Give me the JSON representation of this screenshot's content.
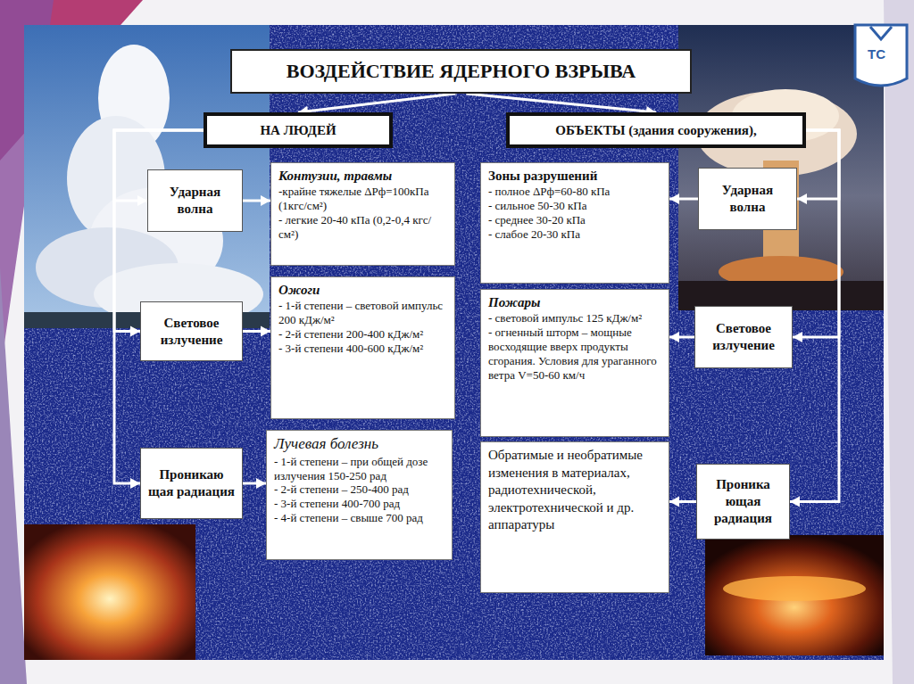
{
  "diagram": {
    "nodes": [
      {
        "text": [
          "ВОЗДЕЙСТВИЕ ЯДЕРНОГО ВЗРЫВА"
        ]
      },
      {
        "text": [
          "НА ЛЮДЕЙ"
        ]
      },
      {
        "text": [
          "ОБЪЕКТЫ (здания сооружения),"
        ]
      },
      {
        "text": [
          "Ударная волна"
        ]
      },
      {
        "text": [
          "Контузии, травмы",
          "-крайне тяжелые ΔPф=100кПа (1кгс/см²)",
          "- легкие 20-40 кПа (0,2-0,4 кгс/см²)"
        ]
      },
      {
        "text": [
          "Зоны разрушений",
          "- полное ΔPф=60-80 кПа",
          "- сильное 50-30 кПа",
          "- среднее 30-20 кПа",
          "- слабое 20-30 кПа"
        ]
      },
      {
        "text": [
          "Ударная волна"
        ]
      },
      {
        "text": [
          "Световое излучение"
        ]
      },
      {
        "text": [
          "Ожоги",
          "- 1-й степени – световой импульс 200 кДж/м²",
          "- 2-й степени 200-400 кДж/м²",
          "- 3-й степени 400-600 кДж/м²"
        ]
      },
      {
        "text": [
          "Пожары",
          "- световой импульс 125 кДж/м²",
          "- огненный шторм – мощные восходящие вверх продукты сгорания. Условия для ураганного ветра V=50-60 км/ч"
        ]
      },
      {
        "text": [
          "Световое излучение"
        ]
      },
      {
        "text": [
          "Проникаю щая радиация"
        ]
      },
      {
        "text": [
          "Лучевая болезнь",
          "- 1-й степени – при общей дозе излучения 150-250 рад",
          "- 2-й степени – 250-400 рад",
          "- 3-й степени 400-700 рад",
          "- 4-й степени – свыше 700 рад"
        ]
      },
      {
        "text": [
          "Обратимые и необратимые изменения в материалах, радиотехнической, электротехнической и др. аппаратуры"
        ]
      },
      {
        "text": [
          "Проника ющая радиация"
        ]
      }
    ],
    "edges": [
      {
        "from": 0,
        "to": 1,
        "arrow": "to"
      },
      {
        "from": 0,
        "to": 2,
        "arrow": "to"
      },
      {
        "from": 1,
        "to": 3,
        "arrow": "to"
      },
      {
        "from": 1,
        "to": 7,
        "arrow": "to"
      },
      {
        "from": 1,
        "to": 11,
        "arrow": "to"
      },
      {
        "from": 2,
        "to": 6,
        "arrow": "to"
      },
      {
        "from": 2,
        "to": 10,
        "arrow": "to"
      },
      {
        "from": 2,
        "to": 14,
        "arrow": "to"
      },
      {
        "from": 3,
        "to": 4,
        "arrow": "to"
      },
      {
        "from": 7,
        "to": 8,
        "arrow": "to"
      },
      {
        "from": 11,
        "to": 12,
        "arrow": "to"
      },
      {
        "from": 6,
        "to": 5,
        "arrow": "to"
      },
      {
        "from": 10,
        "to": 9,
        "arrow": "to"
      },
      {
        "from": 14,
        "to": 13,
        "arrow": "to"
      }
    ],
    "labels": [
      "ТС"
    ]
  }
}
